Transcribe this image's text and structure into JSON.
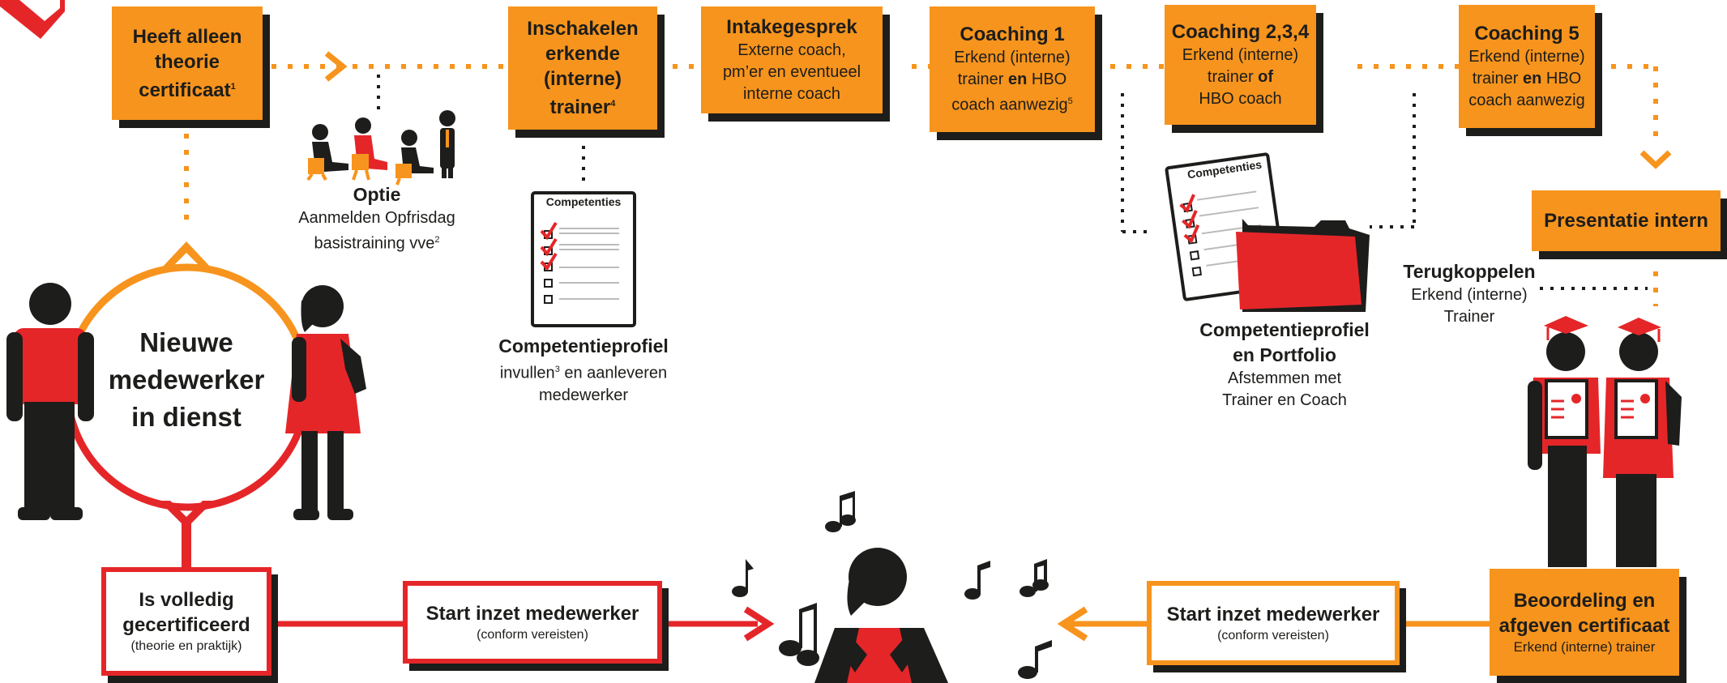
{
  "colors": {
    "orange": "#f7941d",
    "red": "#e52629",
    "dark": "#1d1d1b"
  },
  "steps": {
    "theorie": {
      "line1": "Heeft alleen",
      "line2": "theorie",
      "line3": "certificaat",
      "sup": "1"
    },
    "inschakelen": {
      "line1": "Inschakelen",
      "line2": "erkende",
      "line3": "(interne)",
      "line4": "trainer",
      "sup": "4"
    },
    "intake": {
      "title": "Intakegesprek",
      "line1": "Externe coach,",
      "line2": "pm’er en eventueel",
      "line3": "interne coach"
    },
    "coaching1": {
      "title": "Coaching 1",
      "line1": "Erkend (interne)",
      "line2a": "trainer ",
      "line2b": "en",
      "line2c": " HBO",
      "line3": "coach aanwezig",
      "sup": "5"
    },
    "coaching234": {
      "title": "Coaching 2,3,4",
      "line1": "Erkend (interne)",
      "line2a": "trainer ",
      "line2b": "of",
      "line3": "HBO coach"
    },
    "coaching5": {
      "title": "Coaching 5",
      "line1": "Erkend (interne)",
      "line2a": "trainer ",
      "line2b": "en",
      "line2c": " HBO",
      "line3": "coach aanwezig"
    },
    "presentatie": {
      "title": "Presentatie intern"
    },
    "beoordeling": {
      "line1": "Beoordeling en",
      "line2": "afgeven certificaat",
      "sub": "Erkend (interne) trainer"
    },
    "start_right": {
      "title": "Start inzet medewerker",
      "sub": "(conform vereisten)"
    },
    "start_left": {
      "title": "Start inzet medewerker",
      "sub": "(conform vereisten)"
    },
    "gecertificeerd": {
      "line1": "Is volledig",
      "line2": "gecertificeerd",
      "sub": "(theorie en praktijk)"
    }
  },
  "labels": {
    "optie": {
      "title": "Optie",
      "line1": "Aanmelden Opfrisdag",
      "line2": "basistraining vve",
      "sup": "2"
    },
    "competentieprofiel": {
      "title": "Competentieprofiel",
      "line1a": "invullen",
      "sup": "3",
      "line1b": " en aanleveren",
      "line2": "medewerker"
    },
    "portfolio": {
      "line1": "Competentieprofiel",
      "line2": "en Portfolio",
      "line3": "Afstemmen met",
      "line4": "Trainer en Coach"
    },
    "terugkoppelen": {
      "title": "Terugkoppelen",
      "line1": "Erkend (interne)",
      "line2": "Trainer"
    },
    "circle": {
      "line1": "Nieuwe",
      "line2": "medewerker",
      "line3": "in dienst"
    },
    "doc_title": "Competenties",
    "doc_title2": "Competenties"
  }
}
